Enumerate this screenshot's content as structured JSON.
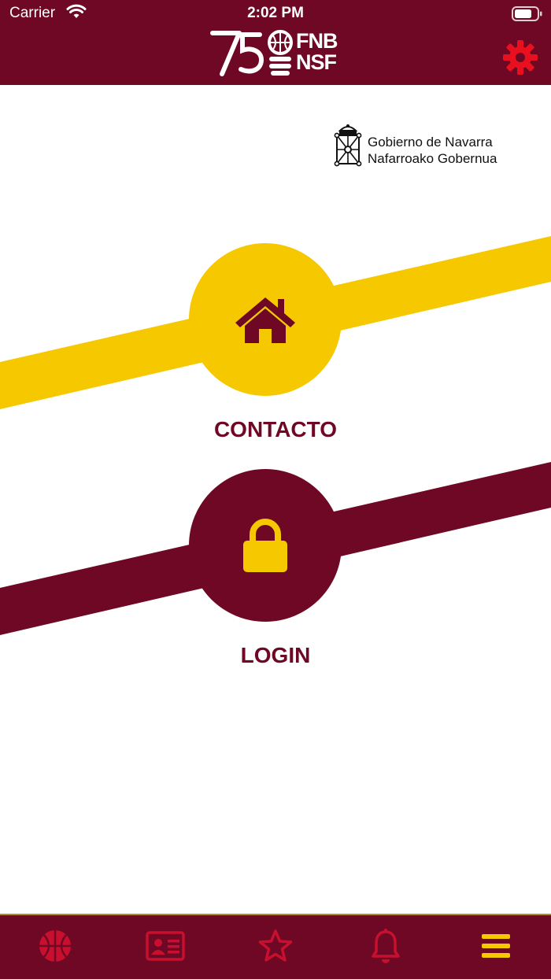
{
  "status_bar": {
    "carrier": "Carrier",
    "time": "2:02 PM"
  },
  "header": {
    "logo_lines": [
      "FNB",
      "NSF"
    ],
    "logo_anniversary": "75",
    "settings_icon": "gear-icon"
  },
  "government": {
    "line1": "Gobierno de Navarra",
    "line2": "Nafarroako Gobernua"
  },
  "menu": [
    {
      "label": "CONTACTO",
      "icon": "home-icon"
    },
    {
      "label": "LOGIN",
      "icon": "lock-icon"
    }
  ],
  "tabbar": {
    "tabs": [
      {
        "icon": "basketball-icon",
        "active": false
      },
      {
        "icon": "id-card-icon",
        "active": false
      },
      {
        "icon": "star-icon",
        "active": false
      },
      {
        "icon": "bell-icon",
        "active": false
      },
      {
        "icon": "menu-icon",
        "active": true
      }
    ]
  },
  "colors": {
    "primary": "#6e0824",
    "accent": "#f6c800",
    "inactive_tab": "#c8102e",
    "active_tab": "#f6c800"
  }
}
